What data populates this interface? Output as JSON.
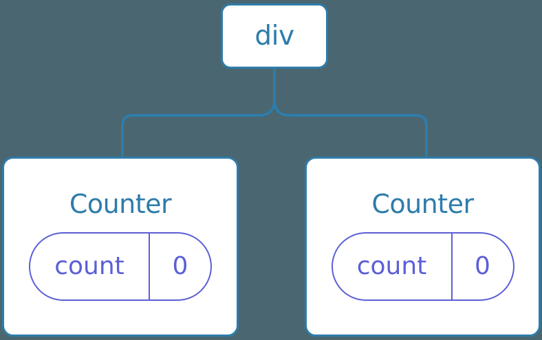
{
  "diagram": {
    "type": "component-tree",
    "background_color": "#4a6670",
    "node_border_color": "#2e7cab",
    "node_text_color": "#2e7cab",
    "state_color": "#5b5fd6",
    "connector_color": "#2e7cab",
    "root": {
      "label": "div"
    },
    "children": [
      {
        "label": "Counter",
        "state": {
          "key": "count",
          "value": "0"
        }
      },
      {
        "label": "Counter",
        "state": {
          "key": "count",
          "value": "0"
        }
      }
    ]
  }
}
